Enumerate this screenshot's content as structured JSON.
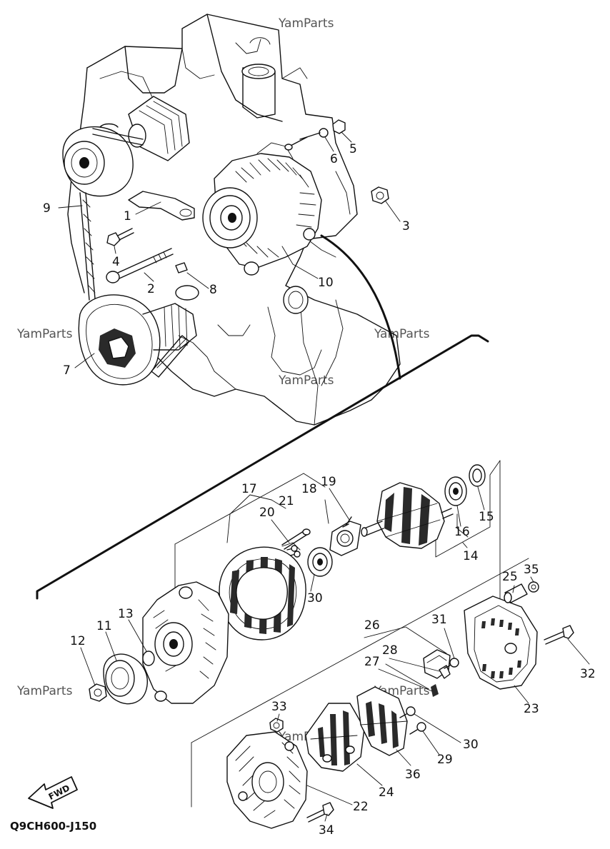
{
  "watermark": "YamParts",
  "diagram_code": "Q9CH600-J150",
  "fwd_label": "FWD",
  "callouts": [
    "1",
    "2",
    "3",
    "4",
    "5",
    "6",
    "7",
    "8",
    "9",
    "10",
    "11",
    "12",
    "13",
    "14",
    "15",
    "16",
    "17",
    "18",
    "19",
    "20",
    "21",
    "22",
    "23",
    "24",
    "25",
    "26",
    "27",
    "28",
    "29",
    "30",
    "30",
    "31",
    "32",
    "33",
    "34",
    "35",
    "36"
  ],
  "icons": {
    "fwd_arrow": "left-arrow-outline"
  }
}
